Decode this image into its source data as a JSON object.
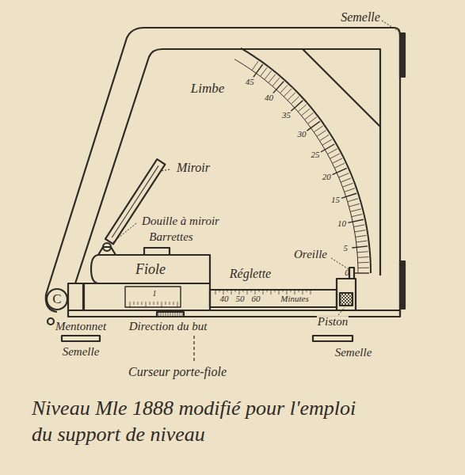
{
  "diagram": {
    "caption": "Niveau Mle 1888 modifié pour l'emploi du support de niveau",
    "labels": [
      "Semelle",
      "Limbe",
      "45",
      "40",
      "35",
      "30",
      "25",
      "20",
      "15",
      "10",
      "5",
      "0",
      "Miroir",
      "Douille à miroir",
      "Barrettes",
      "Fiole",
      "Réglette",
      "Oreille",
      "40",
      "50",
      "60",
      "Minutes",
      "Piston",
      "1",
      "C",
      "Mentonnet",
      "Direction du but",
      "Semelle",
      "Semelle",
      "Curseur porte-fiole"
    ]
  }
}
